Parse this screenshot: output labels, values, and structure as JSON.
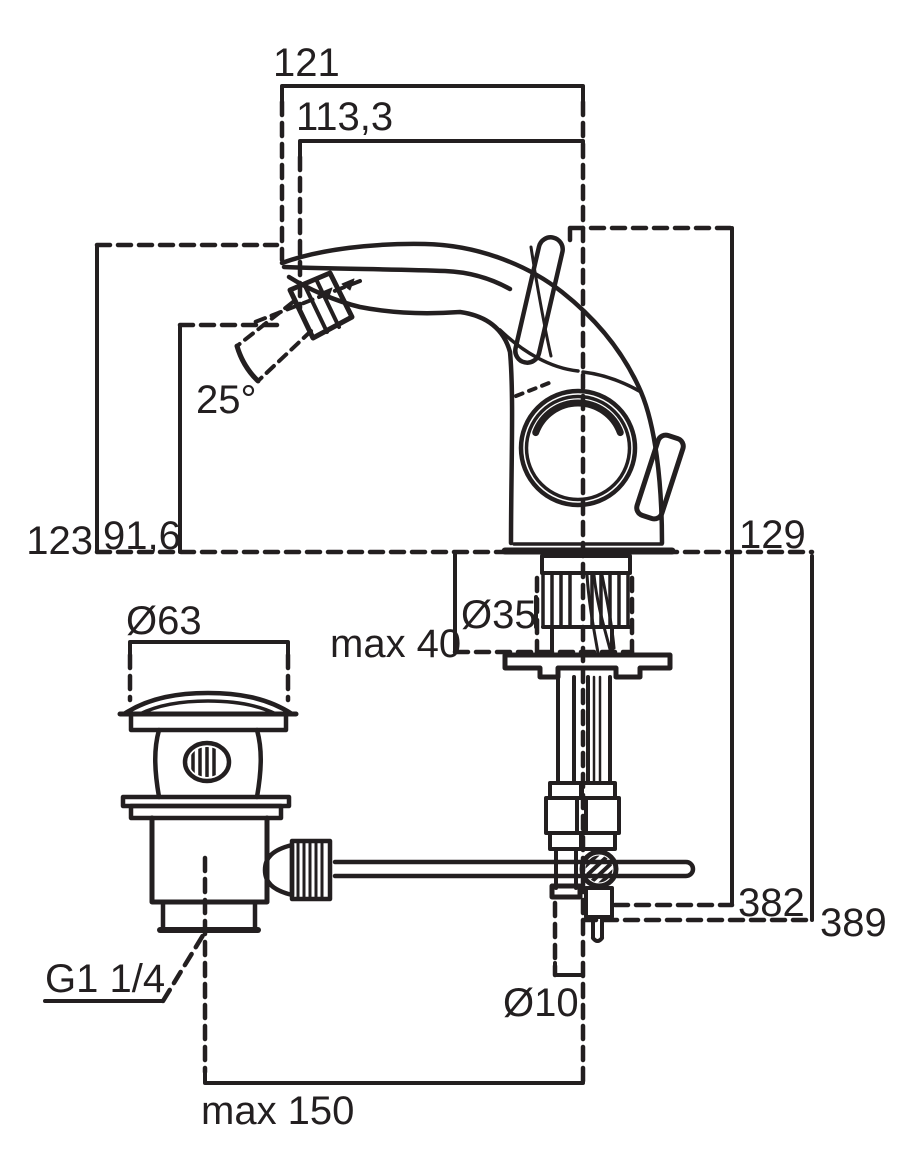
{
  "diagram": {
    "type": "technical-drawing",
    "subject": "Bidet mixer tap with pop-up waste — dimensioned side elevation",
    "line_color": "#231f20",
    "background_color": "#ffffff",
    "labels": {
      "overall_projection": "121",
      "spout_projection": "113,3",
      "spout_tip_height": "123",
      "aerator_height": "91,6",
      "spray_angle": "25°",
      "body_height": "129",
      "hose_length_a": "382",
      "hose_length_b": "389",
      "waste_cap_diameter": "Ø63",
      "mounting_hole_diameter": "Ø35",
      "deck_thickness": "max 40",
      "rod_diameter": "Ø10",
      "waste_thread": "G1 1/4",
      "waste_offset": "max 150"
    }
  }
}
